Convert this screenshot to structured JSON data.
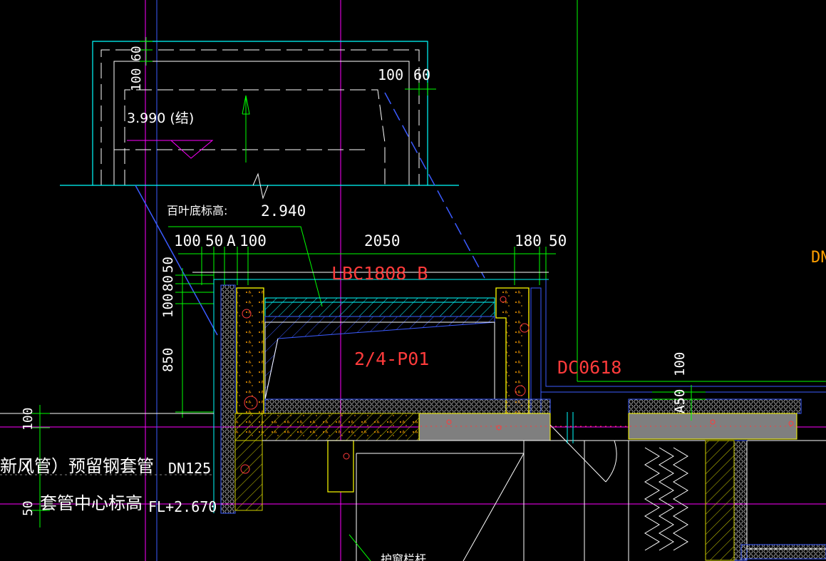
{
  "colors": {
    "background": "#000000",
    "white": "#ffffff",
    "cyan": "#00ffff",
    "green": "#00ff00",
    "blue": "#3b5bff",
    "magenta": "#ff00ff",
    "red": "#ff3b3b",
    "yellow": "#ffff00",
    "gray_fill": "#7f7f7f",
    "orange": "#ff9f00"
  },
  "drawing": {
    "elevation_top": "3.990 (结)",
    "louver_label": "百叶底标高:",
    "louver_value": "2.940",
    "dim_top_left_60": "60",
    "dim_top_left_100": "100",
    "dim_top_right_100": "100",
    "dim_top_right_60": "60",
    "dim_row_100": "100",
    "dim_row_50": "50",
    "dim_row_a": "A",
    "dim_row_100b": "100",
    "dim_row_2050": "2050",
    "dim_row_180": "180",
    "dim_row_50b": "50",
    "dim_v_50": "50",
    "dim_v_80": "80",
    "dim_v_100": "100",
    "dim_v_850": "850",
    "dim_left_100": "100",
    "dim_left_50": "50",
    "dim_right_100": "100",
    "dim_right_a50": "A50",
    "window_code": "LBC1808 B",
    "room_code": "2/4-P01",
    "door_code": "DC0618",
    "edge_code": "DN",
    "sleeve_note": "新风管）预留钢套管",
    "sleeve_note_paren": "（",
    "sleeve_dn": "DN125",
    "sleeve_center_label": "套管中心标高",
    "sleeve_center_value": "FL+2.670",
    "bottom_note": "护窗栏杆"
  }
}
